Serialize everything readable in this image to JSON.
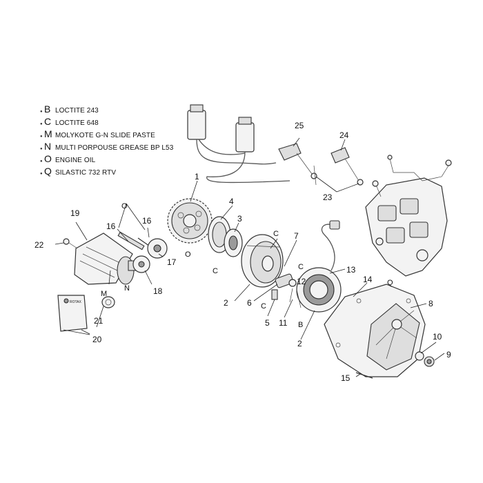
{
  "legend": [
    {
      "code": "B",
      "text": "LOCTITE 243"
    },
    {
      "code": "C",
      "text": "LOCTITE 648"
    },
    {
      "code": "M",
      "text": "MOLYKOTE G-N SLIDE PASTE"
    },
    {
      "code": "N",
      "text": "MULTI PORPOUSE GREASE BP L53"
    },
    {
      "code": "O",
      "text": "ENGINE OIL"
    },
    {
      "code": "Q",
      "text": "SILASTIC 732 RTV"
    }
  ],
  "callouts": {
    "c1": "1",
    "c2a": "2",
    "c2b": "2",
    "c3": "3",
    "c4": "4",
    "c5": "5",
    "c6": "6",
    "c7": "7",
    "c8": "8",
    "c9": "9",
    "c10": "10",
    "c11": "11",
    "c12": "12",
    "c13": "13",
    "c14": "14",
    "c15": "15",
    "c16a": "16",
    "c16b": "16",
    "c17": "17",
    "c18": "18",
    "c19": "19",
    "c20": "20",
    "c21": "21",
    "c22": "22",
    "c23": "23",
    "c24": "24",
    "c25": "25"
  },
  "marks": {
    "o1": "O",
    "o2": "O",
    "c1": "C",
    "c2": "C",
    "c3": "C",
    "c4": "C",
    "m": "M",
    "n": "N",
    "b": "B",
    "q": "Q"
  },
  "manual_label": "ROTAX"
}
